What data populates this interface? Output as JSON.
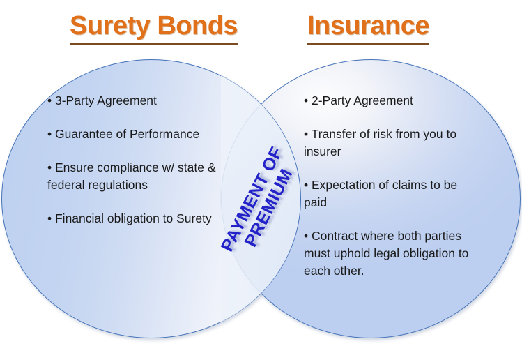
{
  "diagram": {
    "kind": "venn-diagram",
    "accent_color": "#E0711A",
    "underline_color": "#7B4B22",
    "circle_fill_color": "#C3D4F0",
    "circle_stroke_color": "#4472B8",
    "overlap_text_color": "#2222C8"
  },
  "left": {
    "title": "Surety Bonds",
    "bullets": [
      "• 3-Party Agreement",
      "•  Guarantee of Performance",
      "•  Ensure compliance w/ state & federal regulations",
      "•  Financial obligation to Surety"
    ]
  },
  "right": {
    "title": "Insurance",
    "bullets": [
      "• 2-Party Agreement",
      "•  Transfer of risk from you to insurer",
      "•  Expectation of claims to be paid",
      "•  Contract where both parties must uphold legal obligation to each other."
    ]
  },
  "overlap": {
    "line1": "PAYMENT OF",
    "line2": "PREMIUM"
  }
}
